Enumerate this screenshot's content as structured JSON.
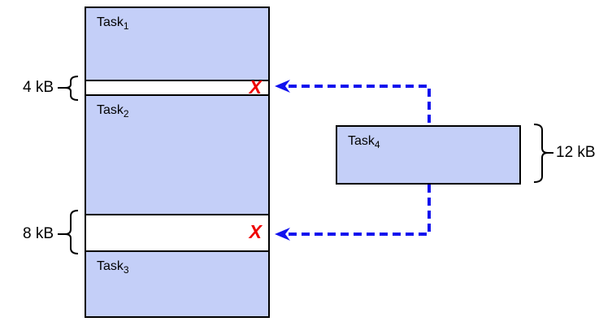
{
  "colors": {
    "block_fill": "#c4cff8",
    "block_border": "#000000",
    "arrow_blue": "#1111ee",
    "reject_red": "#ee0000"
  },
  "memory": {
    "task1": {
      "base": "Task",
      "sub": "1"
    },
    "gap1": {
      "size": "4 kB",
      "mark": "X"
    },
    "task2": {
      "base": "Task",
      "sub": "2"
    },
    "gap2": {
      "size": "8 kB",
      "mark": "X"
    },
    "task3": {
      "base": "Task",
      "sub": "3"
    }
  },
  "incoming": {
    "task4": {
      "base": "Task",
      "sub": "4"
    },
    "size": "12 kB"
  }
}
